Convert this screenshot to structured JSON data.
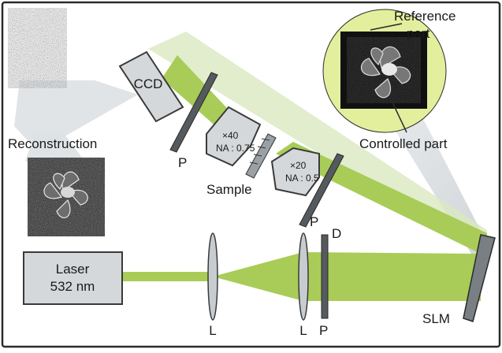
{
  "labels": {
    "reference": [
      "Reference",
      "part"
    ],
    "controlled": "Controlled part",
    "reconstruction": "Reconstruction",
    "ccd": "CCD",
    "sample": "Sample",
    "laser": [
      "Laser",
      "532 nm"
    ],
    "slm": "SLM",
    "polarizer": "P",
    "lens": "L",
    "diaphragm": "D",
    "objective_40": [
      "×40",
      "NA : 0.75"
    ],
    "objective_20": [
      "×20",
      "NA : 0.5"
    ]
  },
  "colors": {
    "beam": "#9cc34a",
    "beam_light": "#c5dc8f",
    "component_fill": "#d5d8da",
    "component_stroke": "#3a3a3a",
    "inset_ring": "#e3ef9d",
    "cone": "#d4d8db"
  }
}
